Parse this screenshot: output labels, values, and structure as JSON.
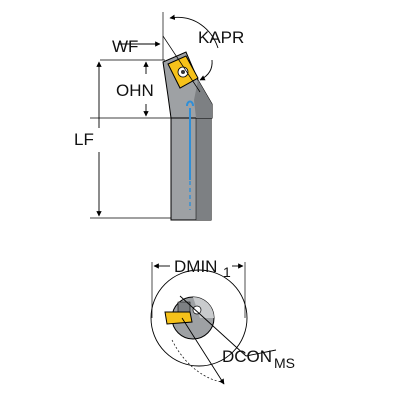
{
  "labels": {
    "wf": "WF",
    "kapr": "KAPR",
    "ohn": "OHN",
    "lf": "LF",
    "dmin": "DMIN",
    "dmin_sub": "1",
    "dcon": "DCON",
    "dcon_sub": "MS"
  },
  "colors": {
    "shank": "#9ea1a4",
    "shank_dark": "#6e7174",
    "insert": "#f6c21a",
    "coolant": "#2f8fd8",
    "outline": "#000000"
  }
}
